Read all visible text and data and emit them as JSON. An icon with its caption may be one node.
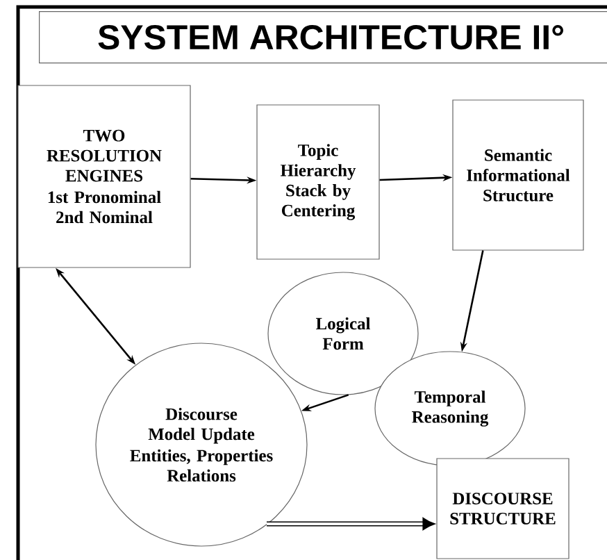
{
  "diagram": {
    "title": "SYSTEM ARCHITECTURE II°",
    "nodes": [
      {
        "text": [
          "TWO RESOLUTION ENGINES",
          "1st Pronominal 2nd Nominal"
        ]
      },
      {
        "text": [
          "Topic Hierarchy Stack by Centering"
        ]
      },
      {
        "text": [
          "Semantic Informational Structure"
        ]
      },
      {
        "text": [
          "Logical Form"
        ]
      },
      {
        "text": [
          "Temporal Reasoning"
        ]
      },
      {
        "text": [
          "Discourse Model Update",
          "Entities, Properties Relations"
        ]
      },
      {
        "text": [
          "DISCOURSE STRUCTURE"
        ]
      }
    ],
    "edges": [
      {
        "from": 0,
        "to": 1,
        "arrow": "to"
      },
      {
        "from": 1,
        "to": 2,
        "arrow": "to"
      },
      {
        "from": 2,
        "to": 4,
        "arrow": "to"
      },
      {
        "from": 0,
        "to": 5,
        "arrow": "both"
      },
      {
        "from": 3,
        "to": 5,
        "arrow": "to"
      },
      {
        "from": 5,
        "to": 6,
        "arrow": "to",
        "style": "thick"
      }
    ]
  }
}
